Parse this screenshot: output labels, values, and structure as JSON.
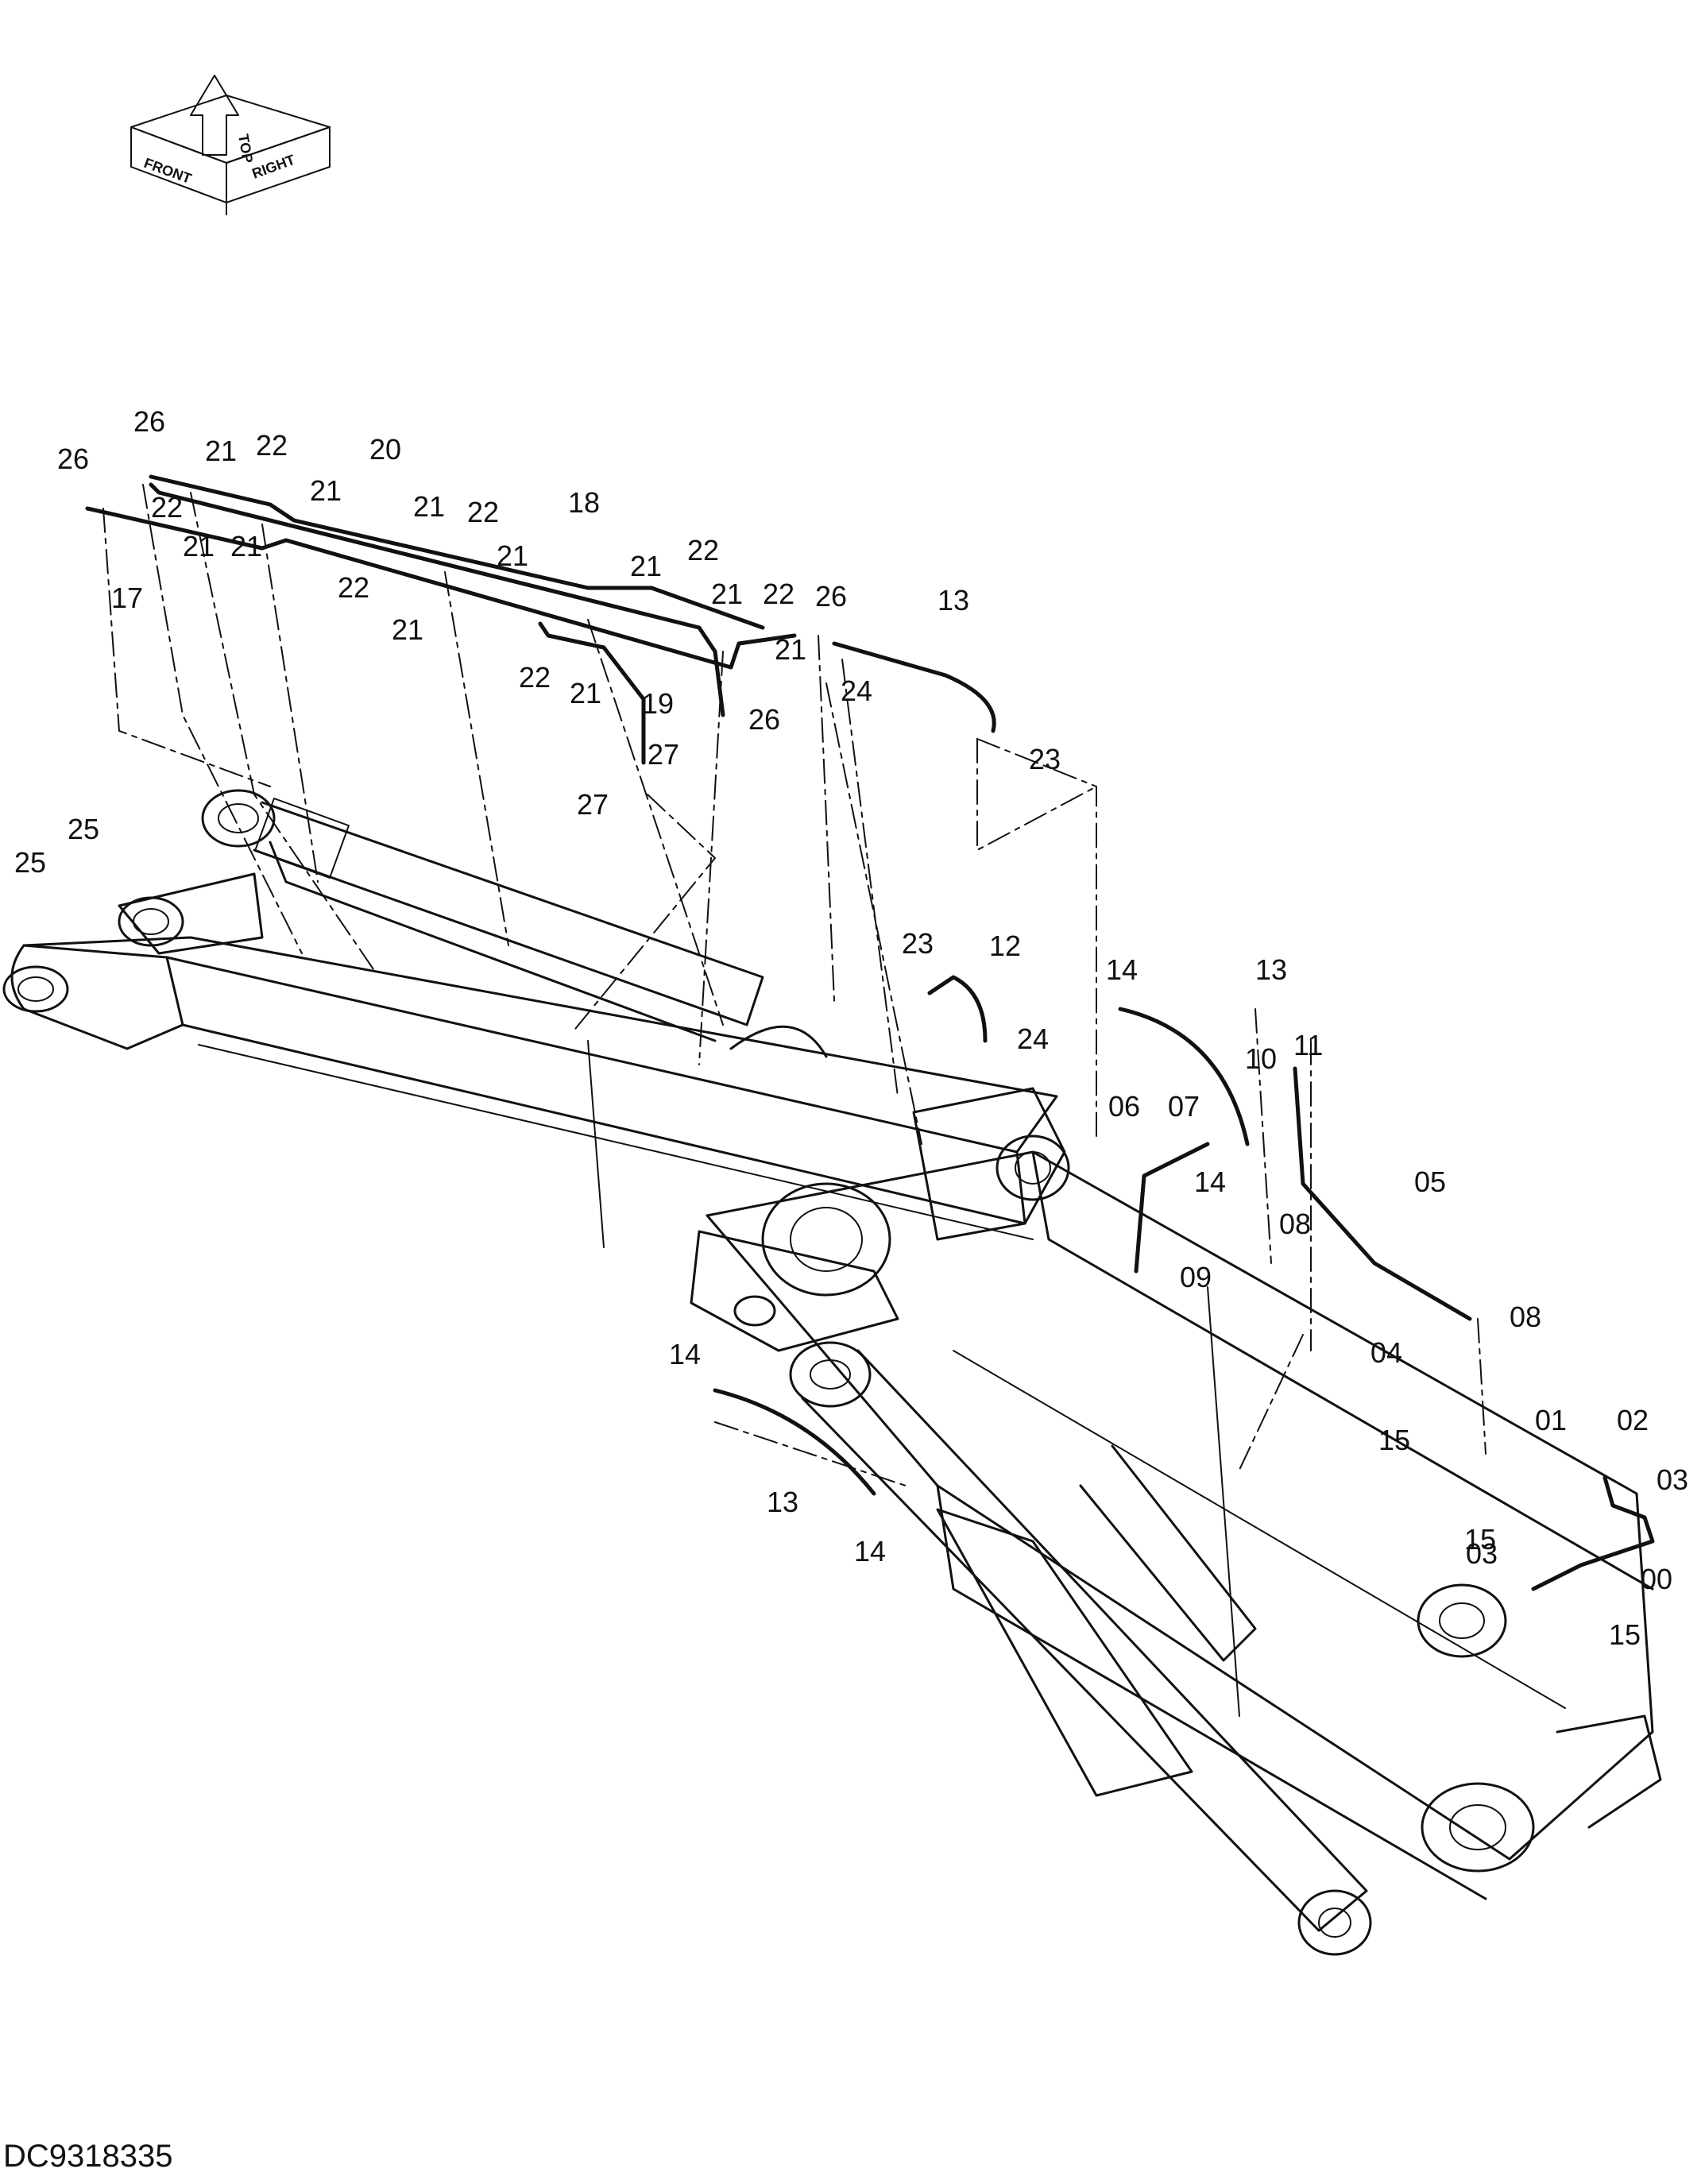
{
  "orientation_icon": {
    "front": "FRONT",
    "top": "TOP",
    "right": "RIGHT"
  },
  "drawing_id": "DC9318335",
  "callouts": [
    {
      "id": "c26a",
      "text": "26"
    },
    {
      "id": "c26b",
      "text": "26"
    },
    {
      "id": "c21a",
      "text": "21"
    },
    {
      "id": "c22a",
      "text": "22"
    },
    {
      "id": "c20",
      "text": "20"
    },
    {
      "id": "c21b",
      "text": "21"
    },
    {
      "id": "c22b",
      "text": "22"
    },
    {
      "id": "c21c",
      "text": "21"
    },
    {
      "id": "c21d",
      "text": "21"
    },
    {
      "id": "c17",
      "text": "17"
    },
    {
      "id": "c21e",
      "text": "21"
    },
    {
      "id": "c22c",
      "text": "22"
    },
    {
      "id": "c21f",
      "text": "21"
    },
    {
      "id": "c22d",
      "text": "22"
    },
    {
      "id": "c21g",
      "text": "21"
    },
    {
      "id": "c18",
      "text": "18"
    },
    {
      "id": "c22e",
      "text": "22"
    },
    {
      "id": "c21h",
      "text": "21"
    },
    {
      "id": "c21i",
      "text": "21"
    },
    {
      "id": "c22f",
      "text": "22"
    },
    {
      "id": "c26c",
      "text": "26"
    },
    {
      "id": "c13a",
      "text": "13"
    },
    {
      "id": "c21j",
      "text": "21"
    },
    {
      "id": "c22g",
      "text": "22"
    },
    {
      "id": "c21k",
      "text": "21"
    },
    {
      "id": "c19",
      "text": "19"
    },
    {
      "id": "c26d",
      "text": "26"
    },
    {
      "id": "c24a",
      "text": "24"
    },
    {
      "id": "c27a",
      "text": "27"
    },
    {
      "id": "c27b",
      "text": "27"
    },
    {
      "id": "c23a",
      "text": "23"
    },
    {
      "id": "c25a",
      "text": "25"
    },
    {
      "id": "c25b",
      "text": "25"
    },
    {
      "id": "c23b",
      "text": "23"
    },
    {
      "id": "c12",
      "text": "12"
    },
    {
      "id": "c24b",
      "text": "24"
    },
    {
      "id": "c14a",
      "text": "14"
    },
    {
      "id": "c13b",
      "text": "13"
    },
    {
      "id": "c10",
      "text": "10"
    },
    {
      "id": "c11",
      "text": "11"
    },
    {
      "id": "c06",
      "text": "06"
    },
    {
      "id": "c07",
      "text": "07"
    },
    {
      "id": "c14b",
      "text": "14"
    },
    {
      "id": "c05",
      "text": "05"
    },
    {
      "id": "c08a",
      "text": "08"
    },
    {
      "id": "c09",
      "text": "09"
    },
    {
      "id": "c04",
      "text": "04"
    },
    {
      "id": "c08b",
      "text": "08"
    },
    {
      "id": "c14c",
      "text": "14"
    },
    {
      "id": "c15a",
      "text": "15"
    },
    {
      "id": "c01",
      "text": "01"
    },
    {
      "id": "c02",
      "text": "02"
    },
    {
      "id": "c03a",
      "text": "03"
    },
    {
      "id": "c13c",
      "text": "13"
    },
    {
      "id": "c15b",
      "text": "15"
    },
    {
      "id": "c03b",
      "text": "03"
    },
    {
      "id": "c00",
      "text": "00"
    },
    {
      "id": "c14d",
      "text": "14"
    },
    {
      "id": "c15c",
      "text": "15"
    }
  ]
}
